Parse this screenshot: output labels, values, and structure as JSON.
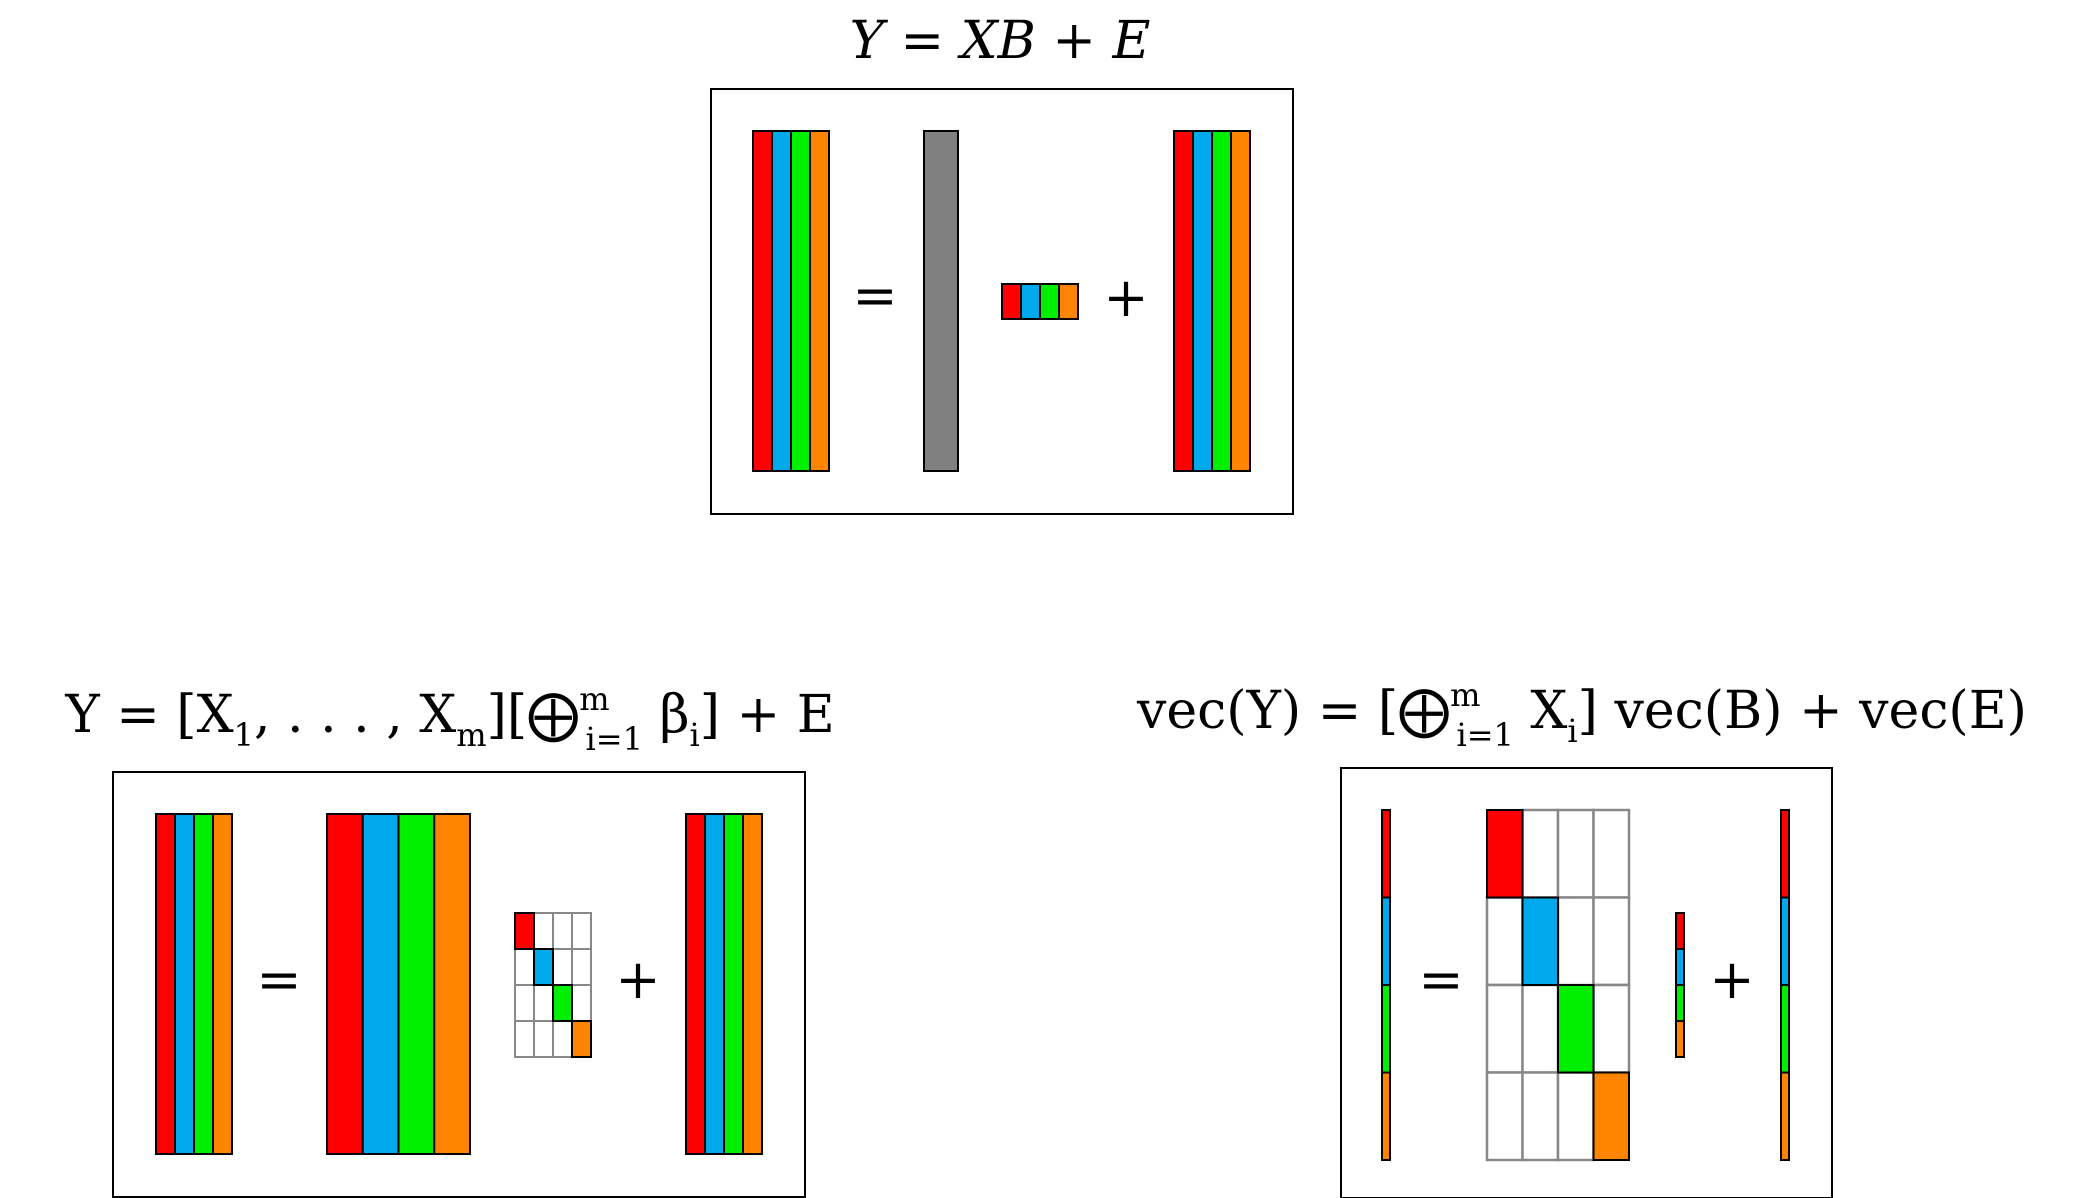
{
  "colors": {
    "red": "#ff0000",
    "blue": "#00a8ec",
    "green": "#00ee00",
    "orange": "#ff8500",
    "gray": "#808080",
    "grid": "#888888",
    "outline": "#000000"
  },
  "operators": {
    "equals": "=",
    "plus": "+"
  },
  "top_panel": {
    "formula": {
      "y": "Y",
      "eq": " = ",
      "x": "XB",
      "plus": " + ",
      "e": "E"
    }
  },
  "left_panel": {
    "formula": {
      "lhs": "Y = [X",
      "sub1": "1",
      "mid": ", . . . , X",
      "subm": "m",
      "open": "][",
      "oplus": "⨁",
      "sup": "m",
      "sub": "i=1",
      "beta": " β",
      "subi": "i",
      "tail": "] + E"
    }
  },
  "right_panel": {
    "formula": {
      "lhs": "vec(Y) = [",
      "oplus": "⨁",
      "sup": "m",
      "sub": "i=1",
      "x": " X",
      "subi": "i",
      "tail": "] vec(B) + vec(E)"
    }
  }
}
